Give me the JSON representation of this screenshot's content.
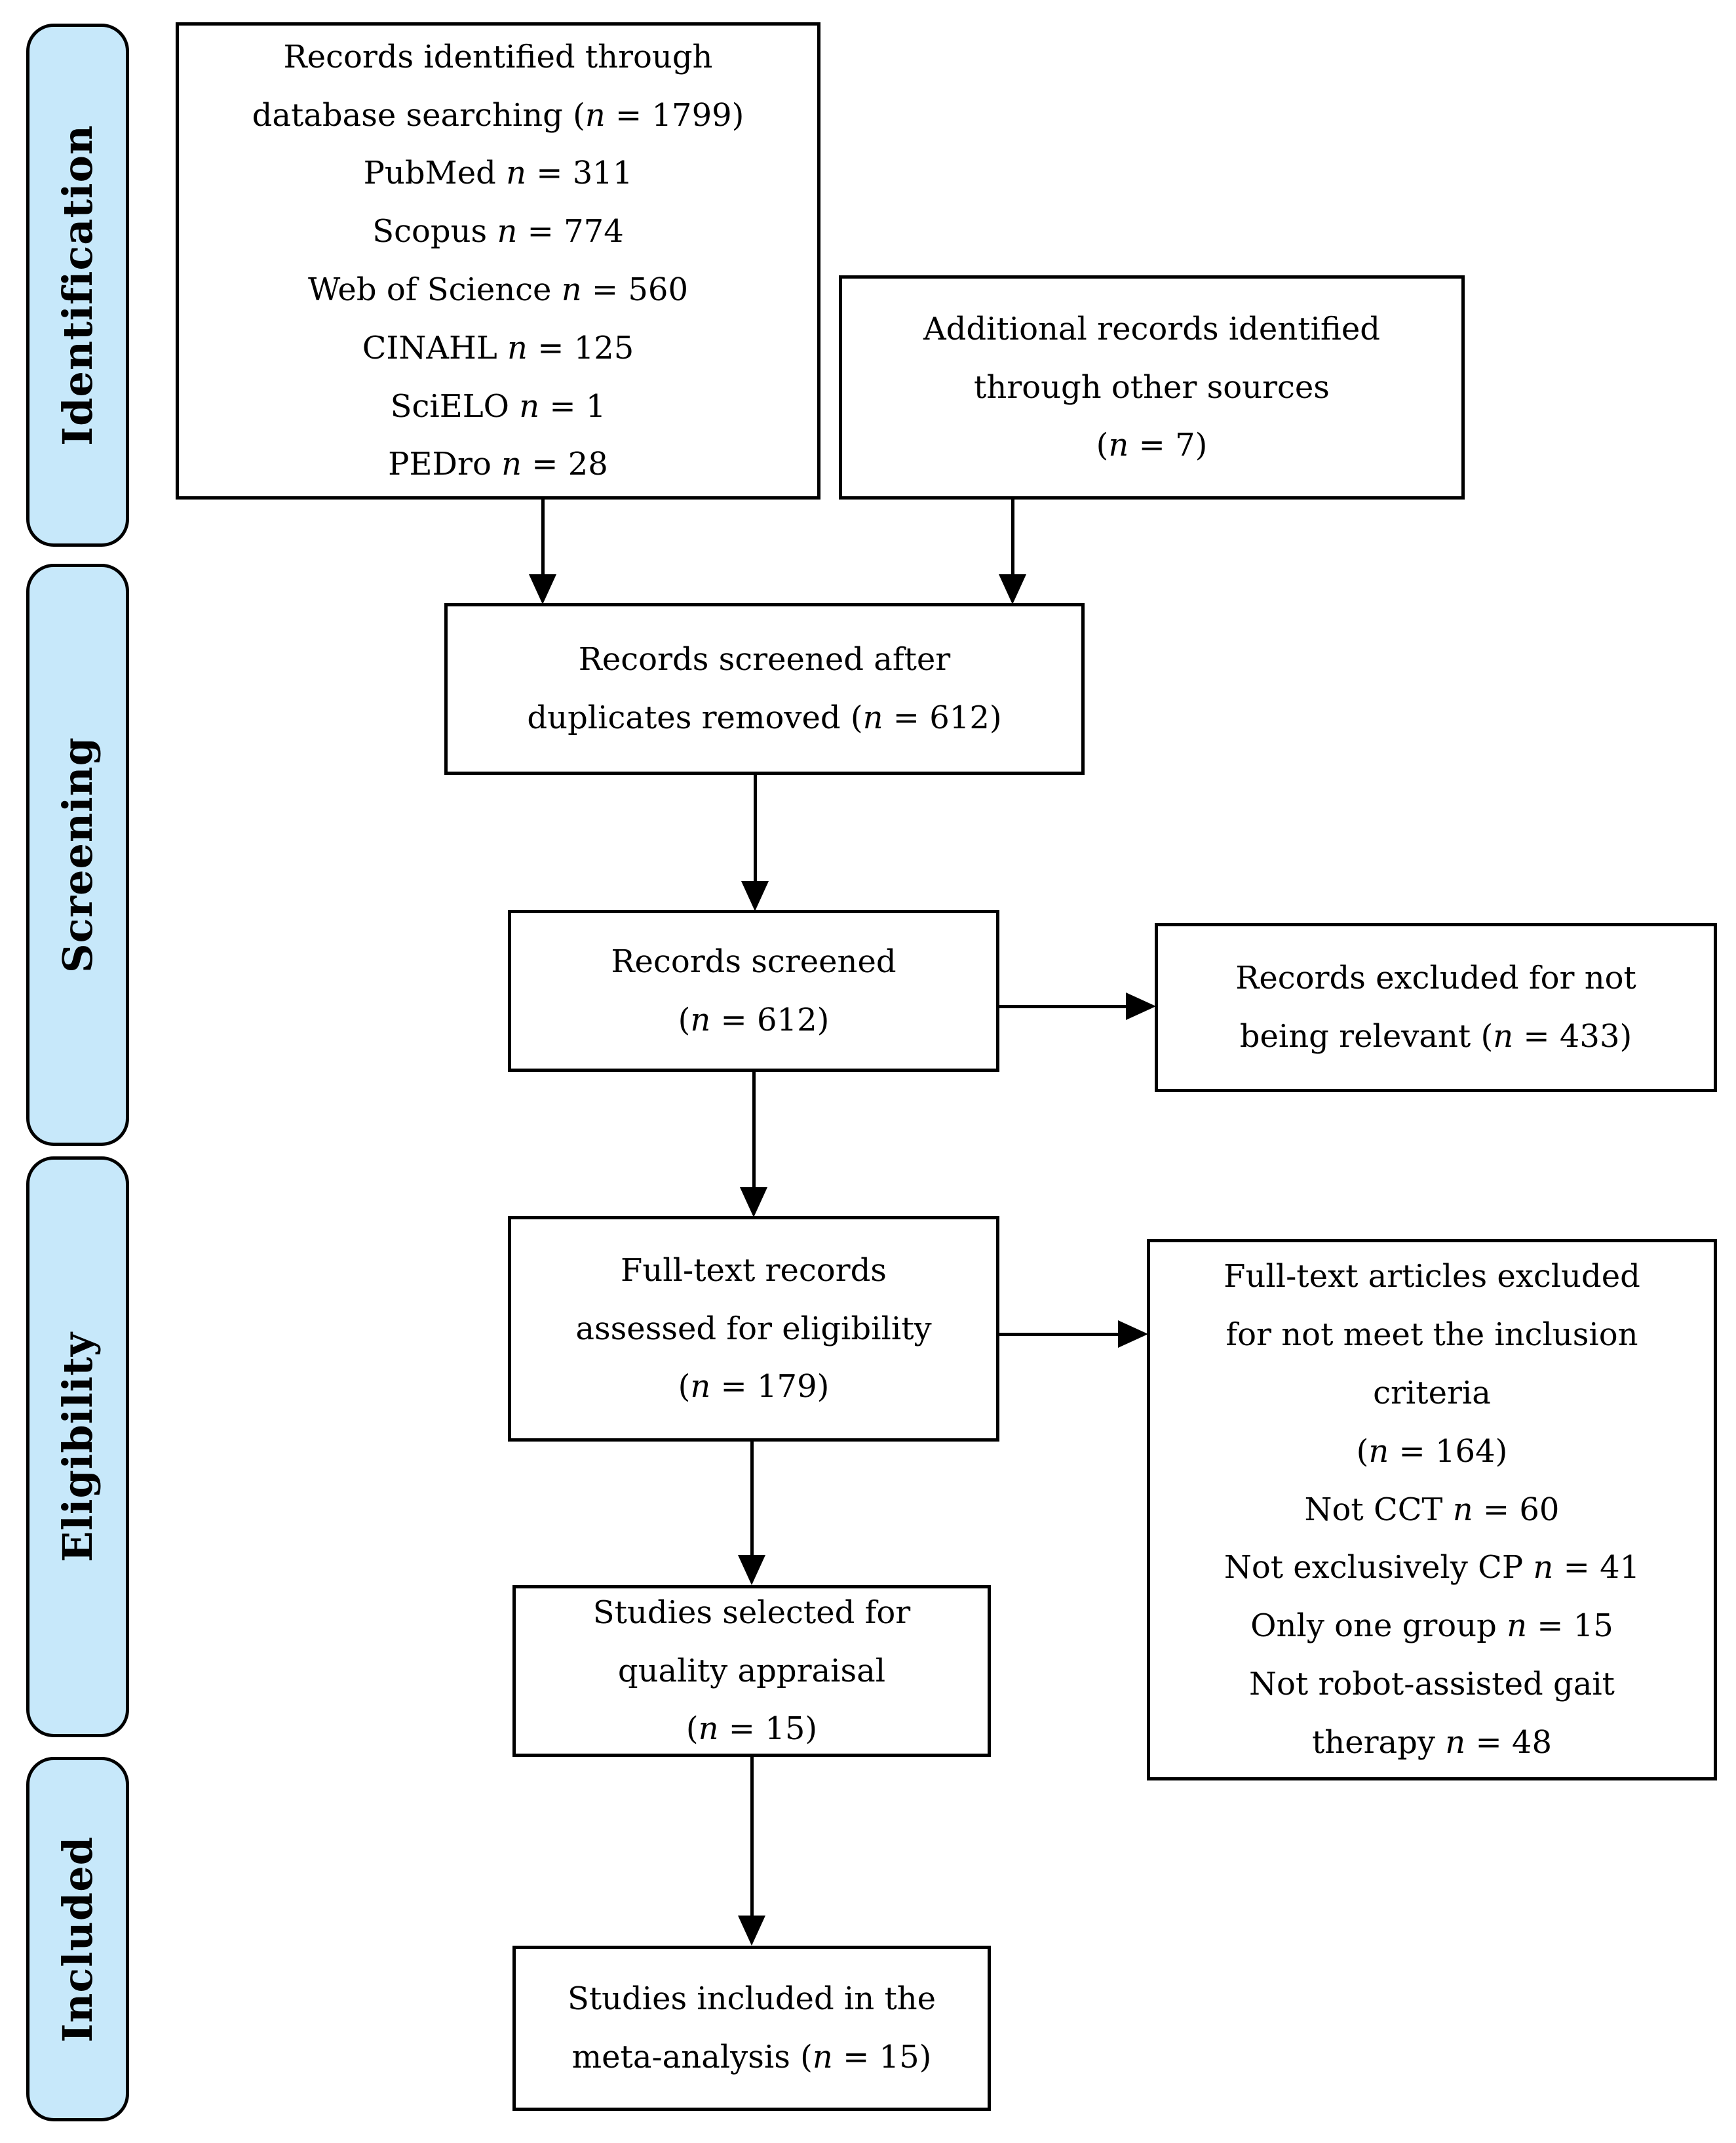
{
  "stages": [
    {
      "label": "Identification"
    },
    {
      "label": "Screening"
    },
    {
      "label": "Eligibility"
    },
    {
      "label": "Included"
    }
  ],
  "boxes": {
    "records_identified": {
      "lines": [
        "Records identified through",
        "database searching (n = 1799)",
        "PubMed n = 311",
        "Scopus n = 774",
        "Web of Science n = 560",
        "CINAHL n = 125",
        "SciELO n = 1",
        "PEDro n = 28"
      ]
    },
    "additional_records": {
      "lines": [
        "Additional records identified",
        "through other sources",
        "(n = 7)"
      ]
    },
    "records_screened_duplicates": {
      "lines": [
        "Records screened after",
        "duplicates removed (n = 612)"
      ]
    },
    "records_screened": {
      "lines": [
        "Records screened",
        "(n = 612)"
      ]
    },
    "records_excluded": {
      "lines": [
        "Records excluded for not",
        "being relevant (n = 433)"
      ]
    },
    "fulltext_assessed": {
      "lines": [
        "Full-text records",
        "assessed for eligibility",
        "(n = 179)"
      ]
    },
    "fulltext_excluded": {
      "lines": [
        "Full-text articles excluded",
        "for not meet the inclusion",
        "criteria",
        "(n = 164)",
        "Not CCT n = 60",
        "Not exclusively CP n = 41",
        "Only one group n = 15",
        "Not robot-assisted gait",
        "therapy n = 48"
      ]
    },
    "studies_quality_appraisal": {
      "lines": [
        "Studies selected for",
        "quality appraisal",
        "(n = 15)"
      ]
    },
    "studies_included": {
      "lines": [
        "Studies included in the",
        "meta-analysis (n = 15)"
      ]
    }
  },
  "colors": {
    "stage_fill": "#c7e8fa",
    "stage_border": "#000000",
    "box_border": "#000000",
    "line_color": "#000000",
    "text_color": "#000000",
    "page_bg": "#ffffff"
  }
}
